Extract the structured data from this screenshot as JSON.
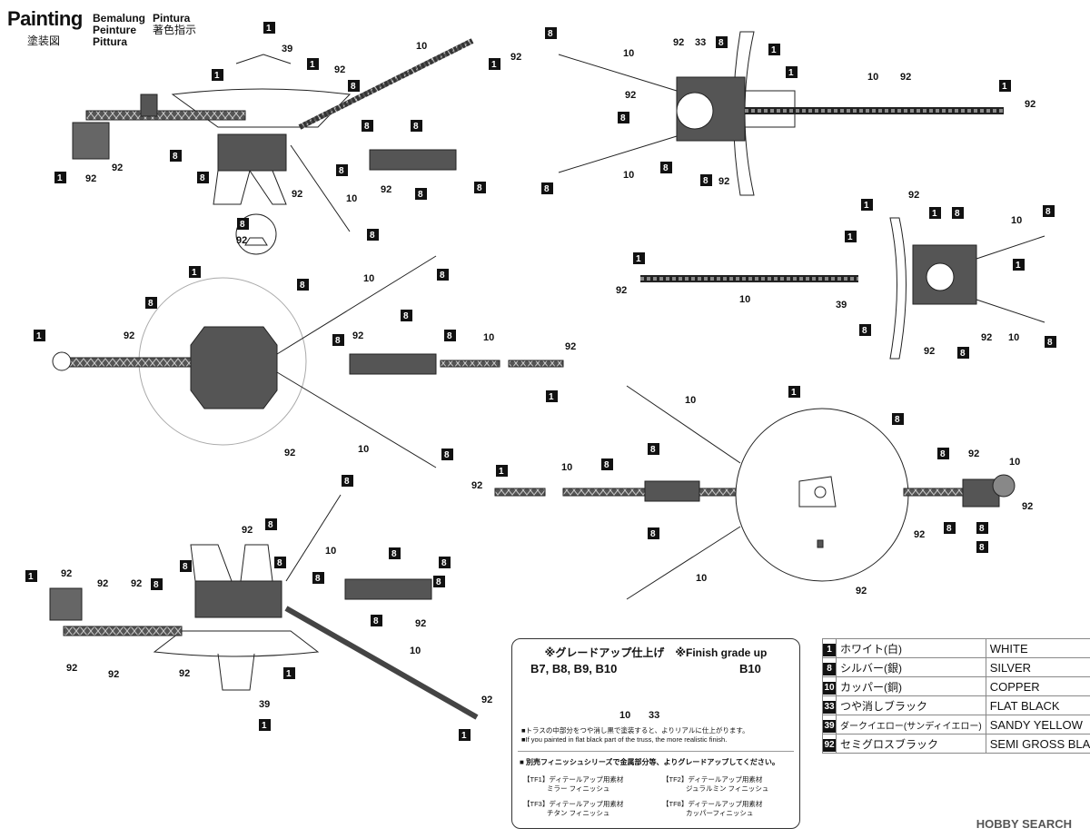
{
  "header": {
    "title": "Painting",
    "jp": "塗装図",
    "de": "Bemalung",
    "fr": "Peinture",
    "it": "Pittura",
    "es": "Pintura",
    "ja_sub": "著色指示"
  },
  "finish": {
    "heading": "※グレードアップ仕上げ　※Finish grade up",
    "parts": "B7, B8, B9, B10",
    "b10_label": "B10",
    "truss_callouts": [
      "10",
      "33"
    ],
    "note_jp": "■トラスの中部分をつや消し黒で塗装すると、よりリアルに仕上がります。",
    "note_en": "■If you painted in flat black part of the truss, the more realistic finish.",
    "note2": "■ 別売フィニッシュシリーズで金属部分等、よりグレードアップしてください。",
    "tf": [
      {
        "code": "【TF1】",
        "line1": "ディテールアップ用素材",
        "line2": "ミラー フィニッシュ"
      },
      {
        "code": "【TF2】",
        "line1": "ディテールアップ用素材",
        "line2": "ジュラルミン フィニッシュ"
      },
      {
        "code": "【TF3】",
        "line1": "ディテールアップ用素材",
        "line2": "チタン フィニッシュ"
      },
      {
        "code": "【TF8】",
        "line1": "ディテールアップ用素材",
        "line2": "カッパーフィニッシュ"
      }
    ]
  },
  "colors": [
    {
      "code": "1",
      "jp": "ホワイト(白)",
      "en": "WHITE"
    },
    {
      "code": "8",
      "jp": "シルバー(銀)",
      "en": "SILVER"
    },
    {
      "code": "10",
      "jp": "カッパー(銅)",
      "en": "COPPER"
    },
    {
      "code": "33",
      "jp": "つや消しブラック",
      "en": "FLAT BLACK"
    },
    {
      "code": "39",
      "jp": "ダークイエロー(サンディイエロー)",
      "en": "SANDY YELLOW"
    },
    {
      "code": "92",
      "jp": "セミグロスブラック",
      "en": "SEMI GROSS BLACK"
    }
  ],
  "watermark": "HOBBY SEARCH",
  "style": {
    "ink": "#111111",
    "badge_bg": "#111111",
    "badge_fg": "#ffffff"
  }
}
